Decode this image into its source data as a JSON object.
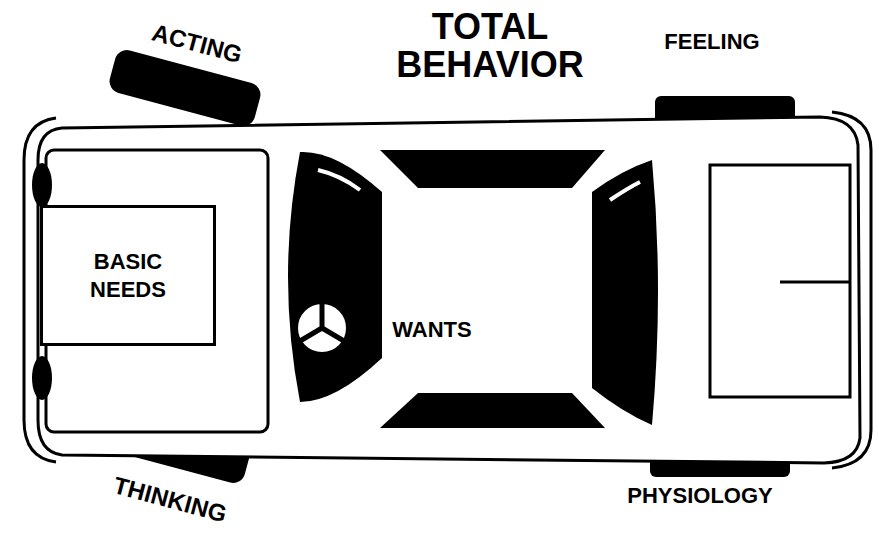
{
  "diagram": {
    "title": "TOTAL BEHAVIOR",
    "nodes": [
      {
        "text": [
          "BASIC NEEDS"
        ]
      }
    ],
    "labels": [
      "ACTING",
      "FEELING",
      "WANTS",
      "THINKING",
      "PHYSIOLOGY"
    ]
  }
}
